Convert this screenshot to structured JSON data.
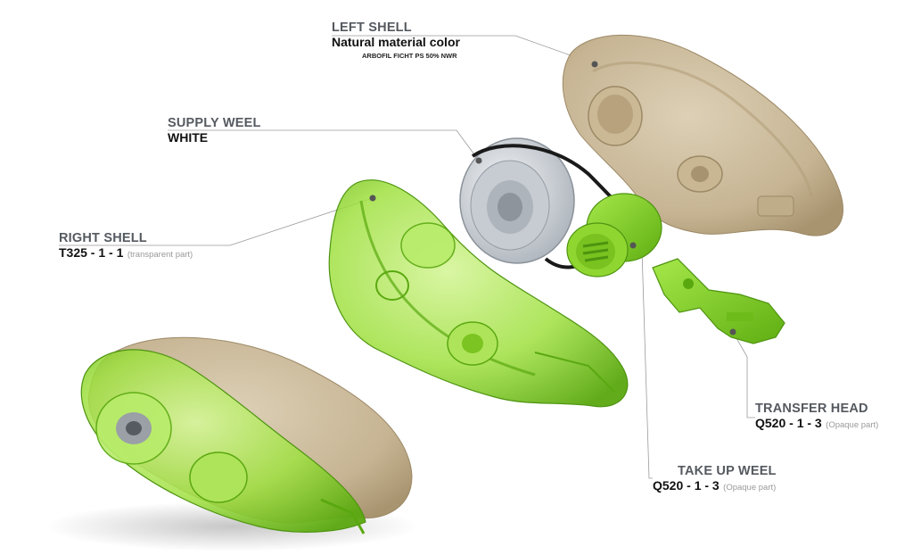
{
  "colors": {
    "shell_natural": "#cdbb9c",
    "shell_natural_dark": "#a8946f",
    "shell_green": "#8fd630",
    "shell_green_dark": "#5aa810",
    "supply_wheel": "#d8dde2",
    "tape_black": "#1a1a1a",
    "leader_line": "#9a9a9a"
  },
  "labels": {
    "left_shell": {
      "title": "LEFT SHELL",
      "value": "Natural material color",
      "sub": "ARBOFIL FICHT PS 50% NWR"
    },
    "supply_wheel": {
      "title": "SUPPLY WEEL",
      "value": "WHITE"
    },
    "right_shell": {
      "title": "RIGHT SHELL",
      "code": "T325 - 1 - 1",
      "note": "(transparent part)"
    },
    "transfer_head": {
      "title": "TRANSFER HEAD",
      "code": "Q520 - 1 - 3",
      "note": "(Opaque part)"
    },
    "take_up_wheel": {
      "title": "TAKE UP WEEL",
      "code": "Q520 - 1 - 3",
      "note": "(Opaque part)"
    }
  }
}
